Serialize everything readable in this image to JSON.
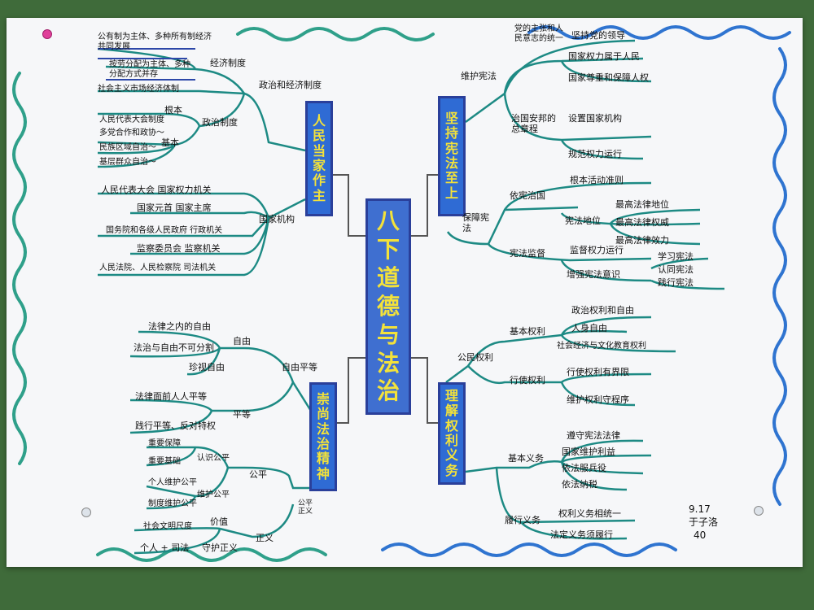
{
  "center_title": [
    "八",
    "下",
    "道",
    "德",
    "与",
    "法",
    "治"
  ],
  "branches": {
    "top_left": [
      "人",
      "民",
      "当",
      "家",
      "作",
      "主"
    ],
    "top_right": [
      "坚",
      "持",
      "宪",
      "法",
      "至",
      "上"
    ],
    "bottom_left": [
      "崇",
      "尚",
      "法",
      "治",
      "精",
      "神"
    ],
    "bottom_right": [
      "理",
      "解",
      "权",
      "利",
      "义",
      "务"
    ]
  },
  "top_left": {
    "group1": "政治和经济制度",
    "econ": "经济制度",
    "econ_items": [
      "公有制为主体、多种所有制经济共同发展",
      "按劳分配为主体、多种分配方式并存",
      "社会主义市场经济体制"
    ],
    "pol": "政治制度",
    "pol_root": "根本",
    "pol_root_item": "人民代表大会制度",
    "pol_basic": "基本",
    "pol_basic_items": [
      "多党合作和政协～",
      "民族区域自治～",
      "基层群众自治～"
    ],
    "group2": "国家机构",
    "organs": [
      "人民代表大会 国家权力机关",
      "国家元首 国家主席",
      "国务院和各级人民政府 行政机关",
      "监察委员会 监察机关",
      "人民法院、人民检察院 司法机关"
    ]
  },
  "top_right": {
    "g1": "维护宪法",
    "g1_top": "党的主张和人民意志的统一",
    "g1_top_items": [
      "坚持党的领导",
      "国家权力属于人民",
      "国家尊重和保障人权"
    ],
    "g1_bot": "治国安邦的总章程",
    "g1_bot_items": [
      "设置国家机构",
      "规范权力运行"
    ],
    "g2": "保障宪法",
    "g2_a": "依宪治国",
    "g2_a_root": "根本活动准则",
    "g2_a_sub": "宪法地位",
    "g2_a_sub_items": [
      "最高法律地位",
      "最高法律权威",
      "最高法律效力"
    ],
    "g2_b": "宪法监督",
    "g2_b_items": [
      "监督权力运行",
      "增强宪法意识"
    ],
    "g2_b_sub": [
      "学习宪法",
      "认同宪法",
      "践行宪法"
    ]
  },
  "bottom_left": {
    "g1": "自由平等",
    "free": "自由",
    "free_items": [
      "法律之内的自由",
      "法治与自由不可分割",
      "珍视自由"
    ],
    "equal": "平等",
    "equal_items": [
      "法律面前人人平等",
      "践行平等、反对特权"
    ],
    "g2": "公平正义",
    "fair": "公平",
    "fair_a": "认识公平",
    "fair_a_items": [
      "重要保障",
      "重要基础"
    ],
    "fair_b": "维护公平",
    "fair_b_items": [
      "个人维护公平",
      "制度维护公平"
    ],
    "just": "正义",
    "just_a": "价值",
    "just_a_item": "社会文明尺度",
    "just_b": "守护正义",
    "just_b_item": "个人 + 司法"
  },
  "bottom_right": {
    "g1": "公民权利",
    "basic": "基本权利",
    "basic_items": [
      "政治权利和自由",
      "人身自由",
      "社会经济与文化教育权利"
    ],
    "exercise": "行使权利",
    "exercise_items": [
      "行使权利有界限",
      "维护权利守程序"
    ],
    "duty": "基本义务",
    "duty_items": [
      "遵守宪法法律",
      "国家维护利益",
      "依法服兵役",
      "依法纳税"
    ],
    "perform": "履行义务",
    "perform_items": [
      "权利义务相统一",
      "法定义务须履行"
    ]
  },
  "signature": [
    "9.17",
    "于子洛",
    "40"
  ],
  "colors": {
    "background": "#3f6b3a",
    "paper": "#f6f7f9",
    "center_fill": "#3f6fd0",
    "branch_fill": "#2f6bd4",
    "title_text": "#f3e23a",
    "line_teal": "#1d8a84",
    "line_blue": "#2c47a8",
    "border_green": "#2fa08a",
    "border_blue": "#2f74d0"
  }
}
